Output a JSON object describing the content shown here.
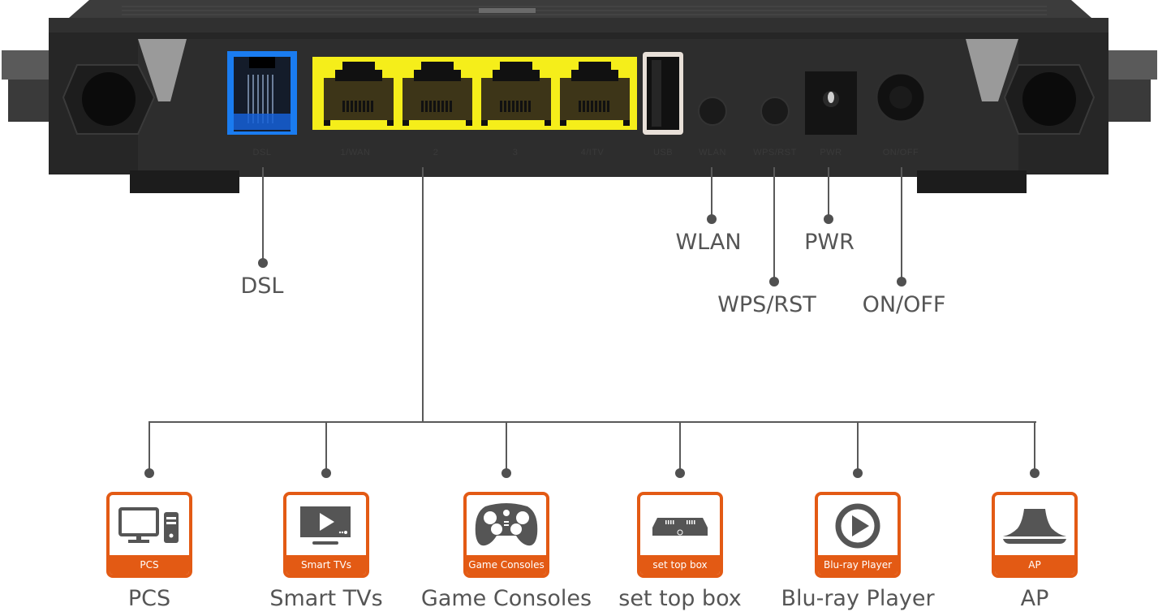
{
  "router": {
    "port_labels": [
      "DSL",
      "1/WAN",
      "2",
      "3",
      "4/ITV",
      "USB",
      "WLAN",
      "WPS/RST",
      "PWR",
      "ON/OFF"
    ],
    "colors": {
      "body": "#2b2b2b",
      "dsl_port": "#1a7cf0",
      "lan_block": "#f5ee1a"
    }
  },
  "callouts": {
    "dsl": "DSL",
    "wlan": "WLAN",
    "pwr": "PWR",
    "wps_rst": "WPS/RST",
    "on_off": "ON/OFF"
  },
  "devices": [
    {
      "icon": "desktop-pc-icon",
      "badge": "PCS",
      "label": "PCS"
    },
    {
      "icon": "smart-tv-icon",
      "badge": "Smart TVs",
      "label": "Smart TVs"
    },
    {
      "icon": "gamepad-icon",
      "badge": "Game Consoles",
      "label": "Game Consoles"
    },
    {
      "icon": "set-top-box-icon",
      "badge": "set top box",
      "label": "set top box"
    },
    {
      "icon": "play-circle-icon",
      "badge": "Blu-ray Player",
      "label": "Blu-ray Player"
    },
    {
      "icon": "access-point-icon",
      "badge": "AP",
      "label": "AP"
    }
  ],
  "colors": {
    "accent": "#e35a14",
    "line": "#595959",
    "text": "#555555",
    "icon": "#555555"
  }
}
